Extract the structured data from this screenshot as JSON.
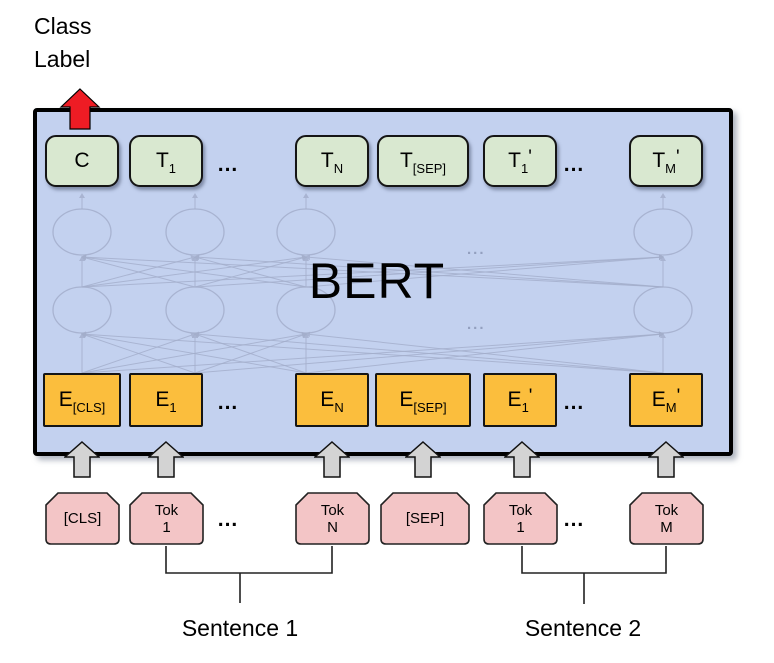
{
  "class_label": {
    "line1": "Class",
    "line2": "Label"
  },
  "bert": {
    "title": "BERT"
  },
  "net_dots": "...",
  "rows": {
    "outputs": [
      {
        "main": "C",
        "sub": "",
        "prime": ""
      },
      {
        "main": "T",
        "sub": "1",
        "prime": ""
      },
      {
        "dots": "..."
      },
      {
        "main": "T",
        "sub": "N",
        "prime": ""
      },
      {
        "main": "T",
        "sub": "[SEP]",
        "prime": ""
      },
      {
        "main": "T",
        "sub": "1",
        "prime": "'"
      },
      {
        "dots": "..."
      },
      {
        "main": "T",
        "sub": "M",
        "prime": "'"
      }
    ],
    "embeddings": [
      {
        "main": "E",
        "sub": "[CLS]",
        "prime": ""
      },
      {
        "main": "E",
        "sub": "1",
        "prime": ""
      },
      {
        "dots": "..."
      },
      {
        "main": "E",
        "sub": "N",
        "prime": ""
      },
      {
        "main": "E",
        "sub": "[SEP]",
        "prime": ""
      },
      {
        "main": "E",
        "sub": "1",
        "prime": "'"
      },
      {
        "dots": "..."
      },
      {
        "main": "E",
        "sub": "M",
        "prime": "'"
      }
    ],
    "tokens": [
      {
        "line1": "[CLS]",
        "line2": ""
      },
      {
        "line1": "Tok",
        "line2": "1"
      },
      {
        "dots": "..."
      },
      {
        "line1": "Tok",
        "line2": "N"
      },
      {
        "line1": "[SEP]",
        "line2": ""
      },
      {
        "line1": "Tok",
        "line2": "1"
      },
      {
        "dots": "..."
      },
      {
        "line1": "Tok",
        "line2": "M"
      }
    ]
  },
  "sentences": {
    "s1": "Sentence 1",
    "s2": "Sentence 2"
  },
  "colors": {
    "bert_box_bg": "#c3d1ef",
    "output_box_bg": "#d9e8d0",
    "embedding_box_bg": "#fbbe3d",
    "token_box_bg": "#f3c5c6",
    "class_arrow_red": "#ee1c24",
    "input_arrow_gray": "#d3d3d3",
    "network_stroke": "#a3aecb"
  }
}
